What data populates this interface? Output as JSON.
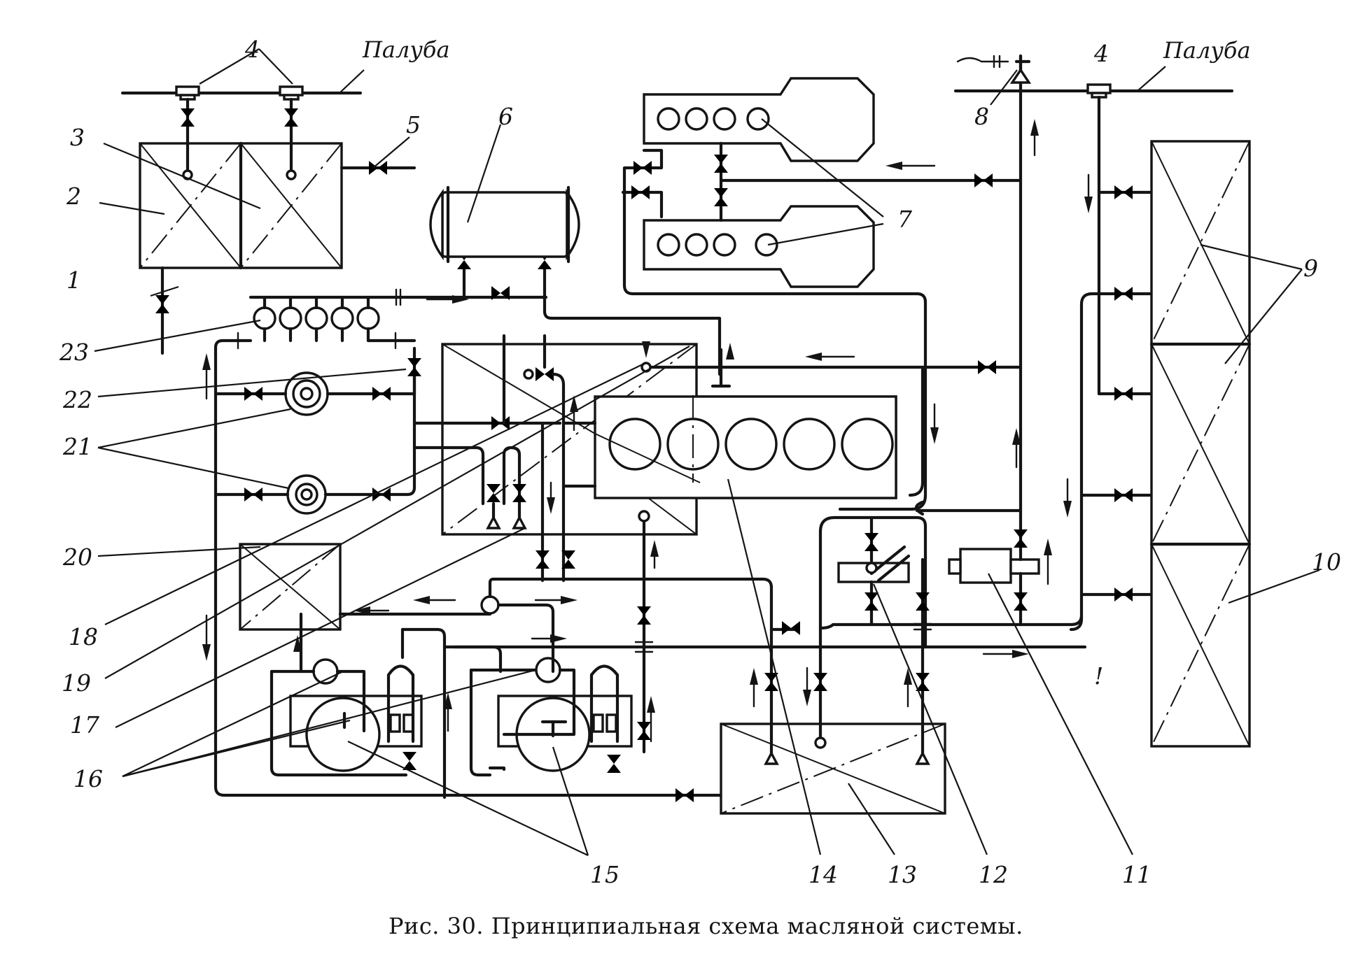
{
  "figure": {
    "caption": "Рис. 30. Принципиальная схема масляной системы."
  },
  "deck_labels": {
    "left": "Палуба",
    "right": "Палуба"
  },
  "mark_note": "!",
  "callouts": [
    {
      "id": "c1",
      "text": "1"
    },
    {
      "id": "c2",
      "text": "2"
    },
    {
      "id": "c3",
      "text": "3"
    },
    {
      "id": "c4a",
      "text": "4"
    },
    {
      "id": "c4b",
      "text": "4"
    },
    {
      "id": "c5",
      "text": "5"
    },
    {
      "id": "c6",
      "text": "6"
    },
    {
      "id": "c7",
      "text": "7"
    },
    {
      "id": "c8",
      "text": "8"
    },
    {
      "id": "c9",
      "text": "9"
    },
    {
      "id": "c10",
      "text": "10"
    },
    {
      "id": "c11",
      "text": "11"
    },
    {
      "id": "c12",
      "text": "12"
    },
    {
      "id": "c13",
      "text": "13"
    },
    {
      "id": "c14",
      "text": "14"
    },
    {
      "id": "c15",
      "text": "15"
    },
    {
      "id": "c16",
      "text": "16"
    },
    {
      "id": "c17",
      "text": "17"
    },
    {
      "id": "c18",
      "text": "18"
    },
    {
      "id": "c19",
      "text": "19"
    },
    {
      "id": "c20",
      "text": "20"
    },
    {
      "id": "c21",
      "text": "21"
    },
    {
      "id": "c22",
      "text": "22"
    },
    {
      "id": "c23",
      "text": "23"
    }
  ]
}
